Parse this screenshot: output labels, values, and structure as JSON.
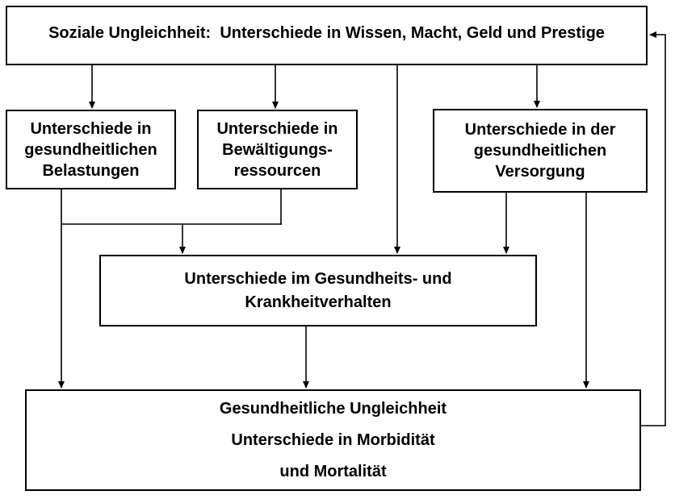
{
  "diagram": {
    "title_hint": "Modell gesundheitlicher Ungleichheit",
    "colors": {
      "background": "#ffffff",
      "line": "#000000",
      "text": "#000000"
    },
    "boxes": {
      "social_inequality": {
        "text": "Soziale Ungleichheit:  Unterschiede in Wissen, Macht, Geld und Prestige"
      },
      "burdens": {
        "text": "Unterschiede in\ngesundheitlichen\nBelastungen"
      },
      "coping": {
        "text": "Unterschiede in\nBewältigungs-\nressourcen"
      },
      "care": {
        "text": "Unterschiede in der\ngesundheitlichen\nVersorgung"
      },
      "behavior": {
        "text": "Unterschiede im Gesundheits- und\nKrankheitverhalten"
      },
      "health_inequality": {
        "text": "Gesundheitliche Ungleichheit\nUnterschiede in Morbidität\nund Mortalität"
      }
    }
  }
}
